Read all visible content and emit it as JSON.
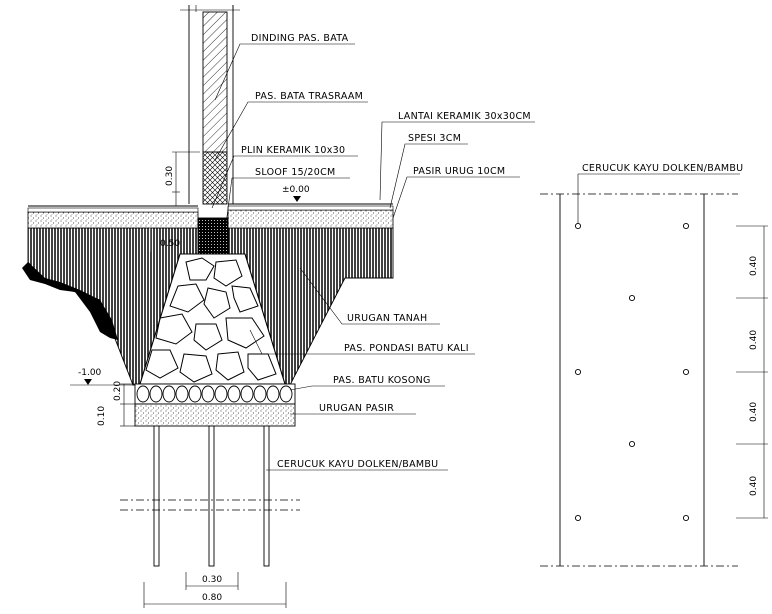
{
  "section_labels": {
    "dinding": "DINDING PAS. BATA",
    "trasraam": "PAS. BATA TRASRAAM",
    "lantai": "LANTAI KERAMIK 30x30CM",
    "spesi": "SPESI 3CM",
    "plin": "PLIN KERAMIK 10x30",
    "pasir_urug": "PASIR URUG 10CM",
    "sloof": "SLOOF 15/20CM",
    "urugan_tanah": "URUGAN TANAH",
    "pondasi": "PAS. PONDASI BATU KALI",
    "batu_kosong": "PAS. BATU KOSONG",
    "urugan_pasir": "URUGAN PASIR",
    "cerucuk": "CERUCUK KAYU DOLKEN/BAMBU"
  },
  "elevations": {
    "floor": "±0.00",
    "bottom": "-1.00",
    "plin_h": "0.30",
    "footing_h": "0.50",
    "batu_kosong_h": "0.20",
    "pasir_h": "0.10"
  },
  "bottom_dims": {
    "top_width": "0.30",
    "base_width": "0.80"
  },
  "plan_view": {
    "title": "CERUCUK KAYU DOLKEN/BAMBU",
    "spacings": [
      "0.40",
      "0.40",
      "0.40",
      "0.40"
    ]
  }
}
